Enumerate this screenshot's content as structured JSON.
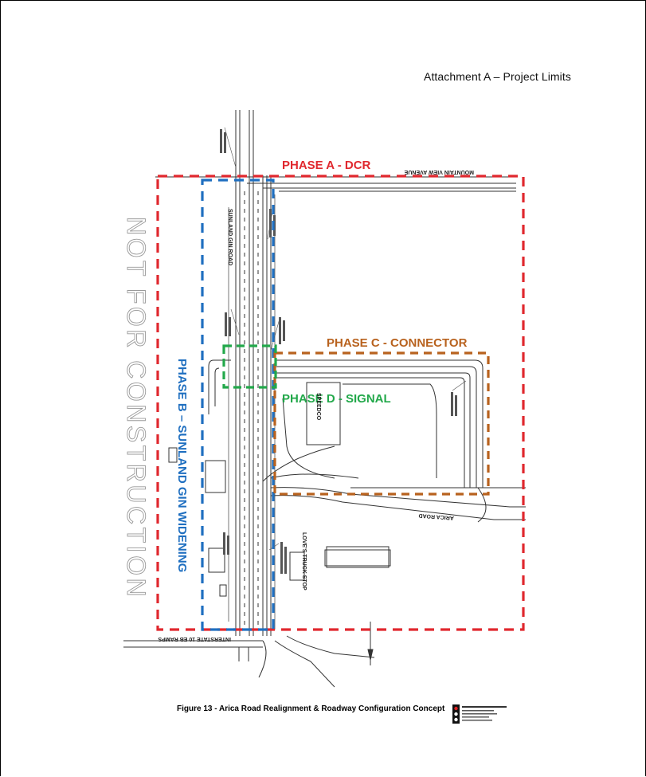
{
  "header": {
    "title": "Attachment A – Project Limits"
  },
  "phases": {
    "a": {
      "label": "PHASE A - DCR",
      "color": "#e0282e"
    },
    "b": {
      "label": "PHASE B – SUNLAND GIN WIDENING",
      "color": "#1f6fc0"
    },
    "c": {
      "label": "PHASE C - CONNECTOR",
      "color": "#b8621e"
    },
    "d": {
      "label": "PHASE D - SIGNAL",
      "color": "#22a84a"
    }
  },
  "watermark": "NOT FOR CONSTRUCTION",
  "streets": {
    "mountain_view": "MOUNTAIN VIEW AVENUE",
    "sunland_gin": "SUNLAND GIN ROAD",
    "arica": "ARICA ROAD",
    "interstate": "INTERSTATE 10 EB RAMPS"
  },
  "sites": {
    "speedco": "SPEEDCO",
    "loves": "LOVE'S TRUCK STOP"
  },
  "figure": {
    "caption": "Figure 13 - Arica Road Realignment & Roadway Configuration Concept"
  },
  "colors": {
    "ink": "#222222",
    "road": "#444444"
  }
}
